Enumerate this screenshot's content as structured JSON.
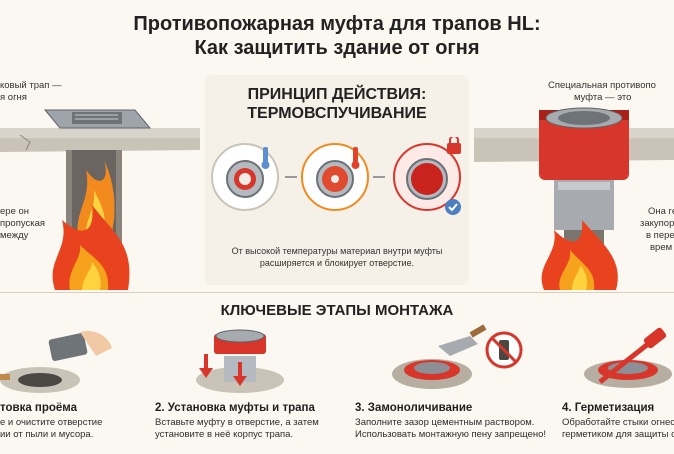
{
  "title": {
    "line1": "Противопожарная муфта для трапов HL:",
    "line2": "Как защитить здание от огня"
  },
  "left_panel": {
    "top_text_line1": "ковый трап —",
    "top_text_line2": "я огня",
    "side_text_line1": "ере он",
    "side_text_line2": "пропуская",
    "side_text_line3": "между"
  },
  "right_panel": {
    "top_text_line1": "Специальная противопо",
    "top_text_line2": "муфта — это",
    "side_text_line1": "Она ге",
    "side_text_line2": "закупорив",
    "side_text_line3": "в пере",
    "side_text_line4": "врем"
  },
  "principle": {
    "heading_line1": "ПРИНЦИП ДЕЙСТВИЯ:",
    "heading_line2": "ТЕРМОВСПУЧИВАНИЕ",
    "caption_line1": "От высокой температуры материал внутри муфты",
    "caption_line2": "расширяется и блокирует отверстие."
  },
  "steps_heading": "КЛЮЧЕВЫЕ ЭТАПЫ МОНТАЖА",
  "steps": [
    {
      "title": "товка проёма",
      "line1": "е и очистите отверстие",
      "line2": "ии от пыли и мусора."
    },
    {
      "title": "2. Установка муфты и трапа",
      "line1": "Вставьте муфту в отверстие, а затем",
      "line2": "установите в неё корпус трапа."
    },
    {
      "title": "3. Замоноличивание",
      "line1": "Заполните зазор цементным раствором.",
      "line2": "Использовать монтажную пену запрещено!"
    },
    {
      "title": "4. Герметизация",
      "line1": "Обработайте стыки огнесто",
      "line2": "герметиком для защиты от"
    }
  ],
  "colors": {
    "accent_red": "#d8362b",
    "flame_orange": "#f28a1e",
    "flame_yellow": "#ffd23f",
    "steel": "#a7abb0",
    "concrete": "#b7b2aa"
  }
}
